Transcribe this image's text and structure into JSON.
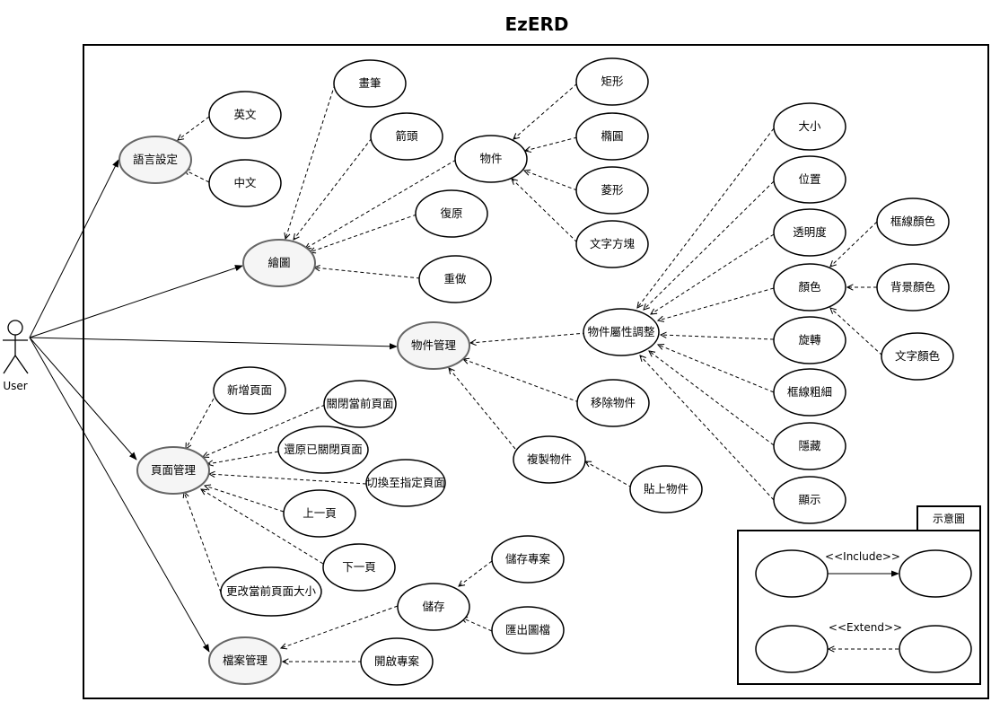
{
  "title": "EzERD",
  "actor": {
    "label": "User"
  },
  "nodes": {
    "lang": "語言設定",
    "english": "英文",
    "chinese": "中文",
    "draw": "繪圖",
    "pen": "畫筆",
    "arrow": "箭頭",
    "object": "物件",
    "undo": "復原",
    "redo": "重做",
    "rect": "矩形",
    "ellipse": "橢圓",
    "diamond": "菱形",
    "textbox": "文字方塊",
    "objmgmt": "物件管理",
    "objprop": "物件屬性調整",
    "size": "大小",
    "position": "位置",
    "opacity": "透明度",
    "color": "顏色",
    "rotate": "旋轉",
    "border_width": "框線粗細",
    "hide": "隱藏",
    "show": "顯示",
    "border_color": "框線顏色",
    "bg_color": "背景顏色",
    "text_color": "文字顏色",
    "remove": "移除物件",
    "copy": "複製物件",
    "paste": "貼上物件",
    "pagemgmt": "頁面管理",
    "newpage": "新增頁面",
    "closepage": "關閉當前頁面",
    "restorepage": "還原已關閉頁面",
    "switchpage": "切換至指定頁面",
    "prevpage": "上一頁",
    "nextpage": "下一頁",
    "resizepage": "更改當前頁面大小",
    "filemgmt": "檔案管理",
    "save": "儲存",
    "saveproj": "儲存專案",
    "export": "匯出圖檔",
    "openproj": "開啟專案"
  },
  "legend": {
    "title": "示意圖",
    "include": "<<Include>>",
    "extend": "<<Extend>>"
  }
}
